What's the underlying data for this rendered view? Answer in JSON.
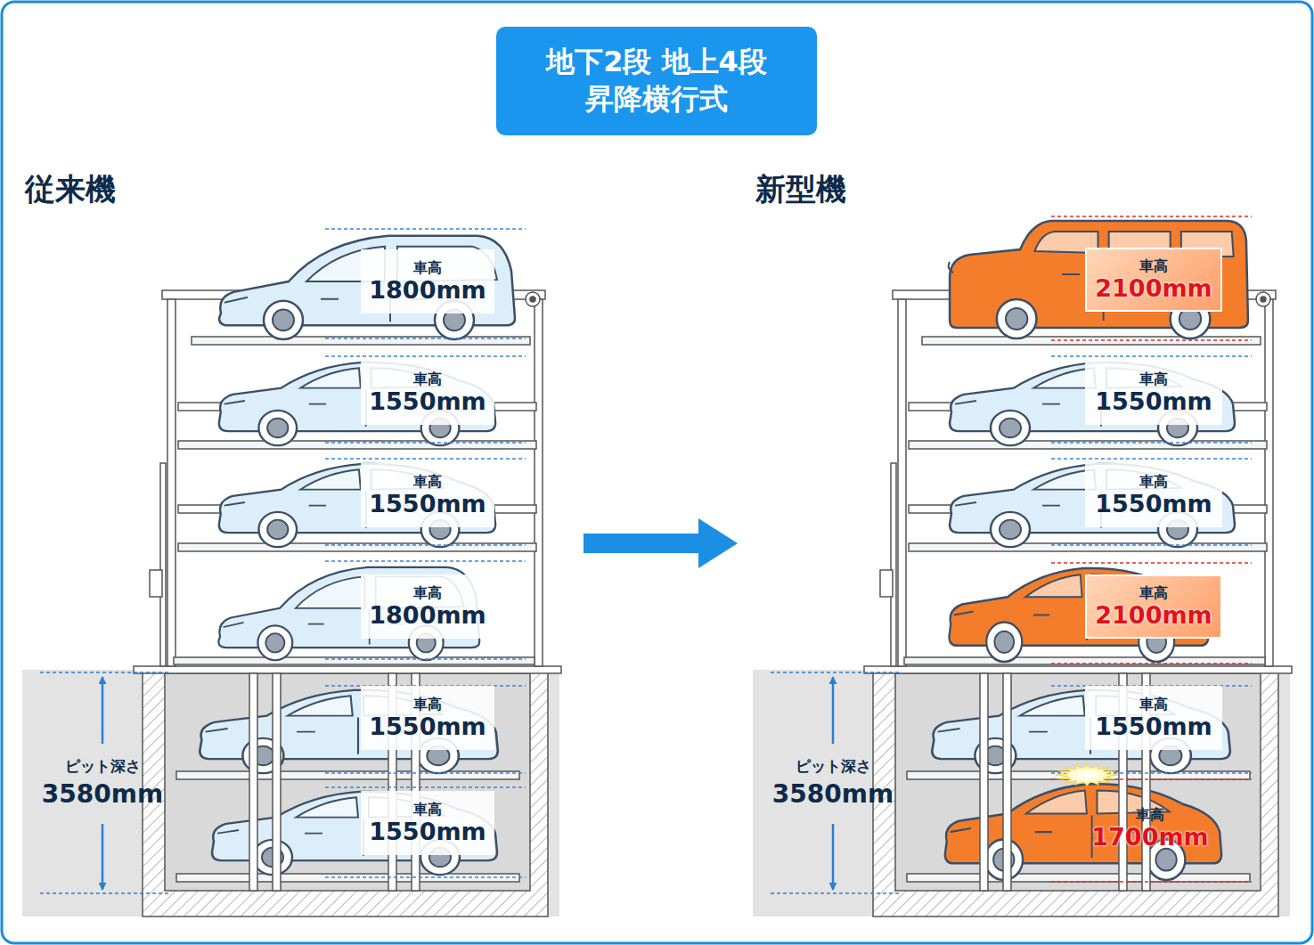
{
  "diagram": {
    "title": "地下2段 地上4段 昇降横行式",
    "nodes": [
      {
        "text": [
          "従来機"
        ]
      },
      {
        "text": [
          "車高",
          "1800mm"
        ],
        "in": 0
      },
      {
        "text": [
          "車高",
          "1550mm"
        ],
        "in": 0
      },
      {
        "text": [
          "車高",
          "1550mm"
        ],
        "in": 0
      },
      {
        "text": [
          "車高",
          "1800mm"
        ],
        "in": 0
      },
      {
        "text": [
          "車高",
          "1550mm"
        ],
        "in": 0
      },
      {
        "text": [
          "車高",
          "1550mm"
        ],
        "in": 0
      },
      {
        "text": [
          "新型機"
        ]
      },
      {
        "text": [
          "車高",
          "2100mm"
        ],
        "in": 7
      },
      {
        "text": [
          "車高",
          "1550mm"
        ],
        "in": 7
      },
      {
        "text": [
          "車高",
          "1550mm"
        ],
        "in": 7
      },
      {
        "text": [
          "車高",
          "2100mm"
        ],
        "in": 7
      },
      {
        "text": [
          "車高",
          "1550mm"
        ],
        "in": 7
      },
      {
        "text": [
          "車高",
          "1700mm"
        ],
        "in": 7
      }
    ],
    "edges": [
      {
        "from": 0,
        "to": 7,
        "arrow": "to"
      }
    ],
    "labels": [
      "ピット深さ",
      "3580mm",
      "ピット深さ",
      "3580mm"
    ]
  }
}
